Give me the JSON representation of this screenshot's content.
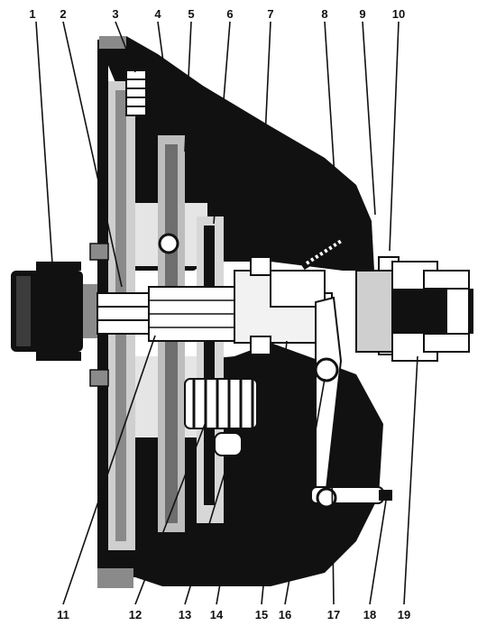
{
  "figure": {
    "description": "",
    "labels": {
      "top": [
        "1",
        "2",
        "3",
        "4",
        "5",
        "6",
        "7",
        "8",
        "9",
        "10"
      ],
      "bottom": [
        "11",
        "12",
        "13",
        "14",
        "15",
        "16",
        "17",
        "18",
        "19"
      ]
    },
    "colors": {
      "ink": "#111111",
      "mid": "#8a8a8a",
      "light": "#cfcfcf",
      "background": "#ffffff"
    }
  }
}
